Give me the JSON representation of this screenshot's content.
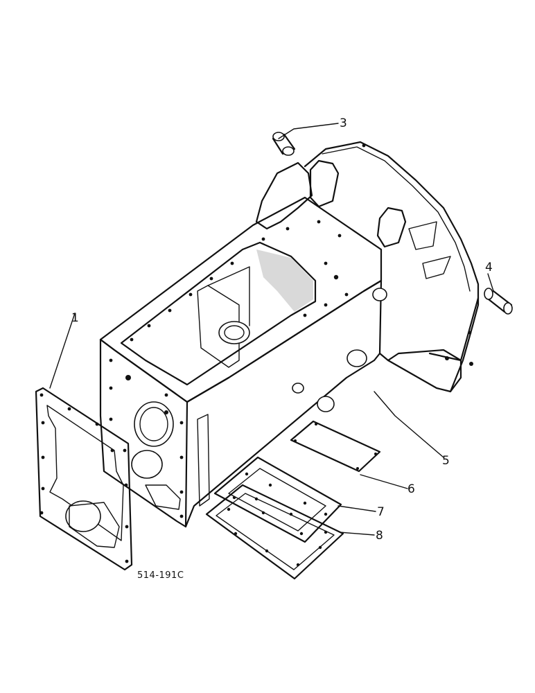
{
  "diagram": {
    "callouts": [
      {
        "id": "c1",
        "label": "1"
      },
      {
        "id": "c3",
        "label": "3"
      },
      {
        "id": "c4",
        "label": "4"
      },
      {
        "id": "c5",
        "label": "5"
      },
      {
        "id": "c6",
        "label": "6"
      },
      {
        "id": "c7",
        "label": "7"
      },
      {
        "id": "c8",
        "label": "8"
      }
    ],
    "reference_code": "514-191C"
  }
}
